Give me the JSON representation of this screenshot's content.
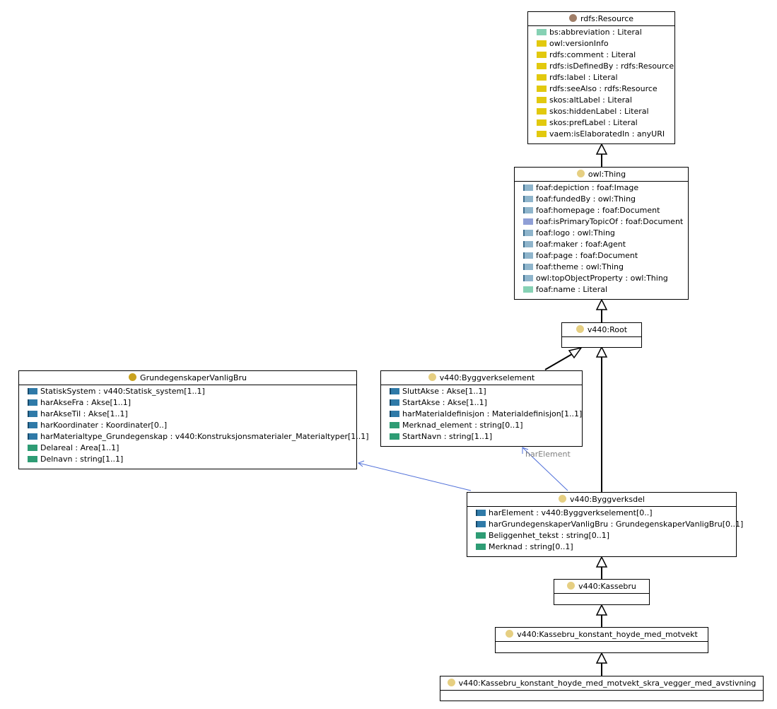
{
  "colors": {
    "annotation_property": "#e2c90e",
    "datatype_property_light": "#86d1b4",
    "object_property_light": "#8fb5cc",
    "inverse_property": "#8f9fd6",
    "object_property": "#2f7aa8",
    "datatype_property": "#2e9c74",
    "class_dot_resource": "#a07e68",
    "class_dot_light": "#e6cf82",
    "class_dot_dark": "#c9a21f",
    "association_edge": "#4f6fd9"
  },
  "classes": {
    "rdfs_resource": {
      "title": "rdfs:Resource",
      "props": [
        {
          "icon": "datatype-property-icon",
          "label": "bs:abbreviation : Literal"
        },
        {
          "icon": "annotation-property-icon",
          "label": "owl:versionInfo"
        },
        {
          "icon": "annotation-property-icon",
          "label": "rdfs:comment : Literal"
        },
        {
          "icon": "annotation-property-icon",
          "label": "rdfs:isDefinedBy : rdfs:Resource"
        },
        {
          "icon": "annotation-property-icon",
          "label": "rdfs:label : Literal"
        },
        {
          "icon": "annotation-property-icon",
          "label": "rdfs:seeAlso : rdfs:Resource"
        },
        {
          "icon": "annotation-property-icon",
          "label": "skos:altLabel : Literal"
        },
        {
          "icon": "annotation-property-icon",
          "label": "skos:hiddenLabel : Literal"
        },
        {
          "icon": "annotation-property-icon",
          "label": "skos:prefLabel : Literal"
        },
        {
          "icon": "annotation-property-icon",
          "label": "vaem:isElaboratedIn : anyURI"
        }
      ]
    },
    "owl_thing": {
      "title": "owl:Thing",
      "props": [
        {
          "icon": "object-property-icon",
          "label": "foaf:depiction : foaf:Image"
        },
        {
          "icon": "object-property-icon",
          "label": "foaf:fundedBy : owl:Thing"
        },
        {
          "icon": "object-property-icon",
          "label": "foaf:homepage : foaf:Document"
        },
        {
          "icon": "inverse-property-icon",
          "label": "foaf:isPrimaryTopicOf : foaf:Document"
        },
        {
          "icon": "object-property-icon",
          "label": "foaf:logo : owl:Thing"
        },
        {
          "icon": "object-property-icon",
          "label": "foaf:maker : foaf:Agent"
        },
        {
          "icon": "object-property-icon",
          "label": "foaf:page : foaf:Document"
        },
        {
          "icon": "object-property-icon",
          "label": "foaf:theme : owl:Thing"
        },
        {
          "icon": "object-property-icon",
          "label": "owl:topObjectProperty : owl:Thing"
        },
        {
          "icon": "datatype-property-icon",
          "label": "foaf:name : Literal"
        }
      ]
    },
    "v440_root": {
      "title": "v440:Root",
      "props": []
    },
    "grunnegenskaper": {
      "title": "GrundegenskaperVanligBru",
      "props": [
        {
          "icon": "object-property-icon",
          "label": "StatiskSystem : v440:Statisk_system[1..1]"
        },
        {
          "icon": "object-property-icon",
          "label": "harAkseFra : Akse[1..1]"
        },
        {
          "icon": "object-property-icon",
          "label": "harAkseTil : Akse[1..1]"
        },
        {
          "icon": "object-property-icon",
          "label": "harKoordinater : Koordinater[0..]"
        },
        {
          "icon": "object-property-icon",
          "label": "harMaterialtype_Grundegenskap : v440:Konstruksjonsmaterialer_Materialtyper[1..1]"
        },
        {
          "icon": "datatype-property-icon",
          "label": "Delareal : Area[1..1]"
        },
        {
          "icon": "datatype-property-icon",
          "label": "Delnavn : string[1..1]"
        }
      ]
    },
    "byggverkselement": {
      "title": "v440:Byggverkselement",
      "props": [
        {
          "icon": "object-property-icon",
          "label": "SluttAkse : Akse[1..1]"
        },
        {
          "icon": "object-property-icon",
          "label": "StartAkse : Akse[1..1]"
        },
        {
          "icon": "object-property-icon",
          "label": "harMaterialdefinisjon : Materialdefinisjon[1..1]"
        },
        {
          "icon": "datatype-property-icon",
          "label": "Merknad_element : string[0..1]"
        },
        {
          "icon": "datatype-property-icon",
          "label": "StartNavn : string[1..1]"
        }
      ]
    },
    "byggverksdel": {
      "title": "v440:Byggverksdel",
      "props": [
        {
          "icon": "object-property-icon",
          "label": "harElement : v440:Byggverkselement[0..]"
        },
        {
          "icon": "object-property-icon",
          "label": "harGrundegenskaperVanligBru : GrundegenskaperVanligBru[0..1]"
        },
        {
          "icon": "datatype-property-icon",
          "label": "Beliggenhet_tekst : string[0..1]"
        },
        {
          "icon": "datatype-property-icon",
          "label": "Merknad : string[0..1]"
        }
      ]
    },
    "kassebru": {
      "title": "v440:Kassebru",
      "props": []
    },
    "kassebru_konstant": {
      "title": "v440:Kassebru_konstant_hoyde_med_motvekt",
      "props": []
    },
    "kassebru_skra": {
      "title": "v440:Kassebru_konstant_hoyde_med_motvekt_skra_vegger_med_avstivning",
      "props": []
    }
  },
  "edges": {
    "harElement_label": "harElement"
  }
}
